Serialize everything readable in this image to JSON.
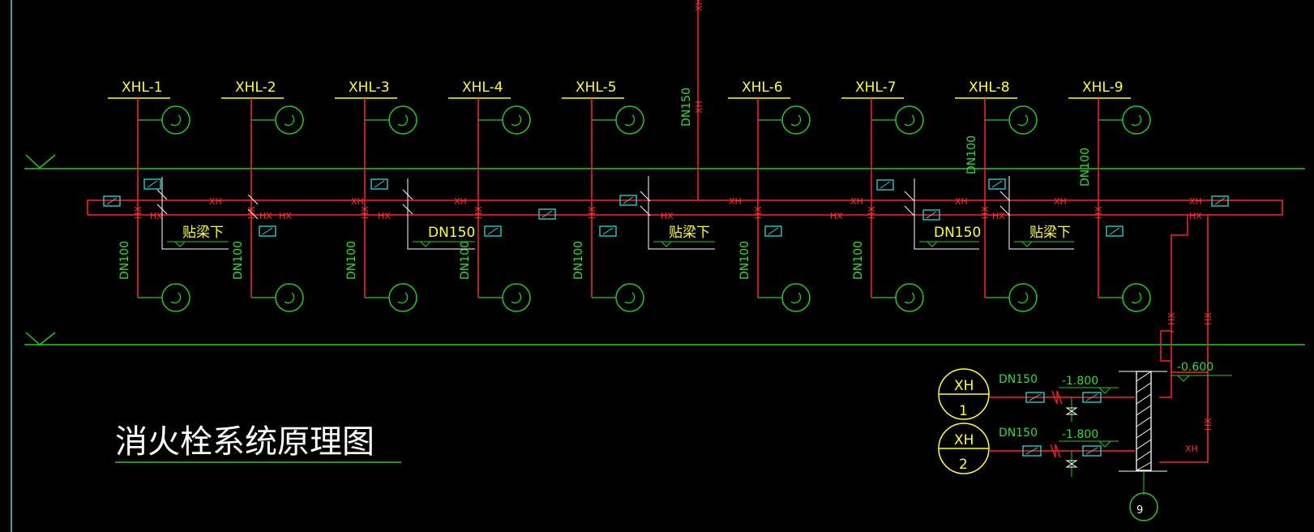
{
  "title": "消火栓系统原理图",
  "risers": [
    "XHL-1",
    "XHL-2",
    "XHL-3",
    "XHL-4",
    "XHL-5",
    "XHL-6",
    "XHL-7",
    "XHL-8",
    "XHL-9"
  ],
  "labels": {
    "xh": "XH",
    "hx": "HX",
    "dn100": "DN100",
    "dn150": "DN150",
    "beam_note": "贴梁下",
    "elev_a": "-1.800",
    "elev_b": "-1.800",
    "elev_c": "-0.600",
    "inlet1_top": "XH",
    "inlet1_num": "1",
    "inlet2_top": "XH",
    "inlet2_num": "2",
    "axis": "9"
  },
  "colors": {
    "pipe": "#ff2222",
    "line": "#22cc22",
    "label": "#ffff33",
    "valve": "#22dddd",
    "white": "#ffffff"
  }
}
